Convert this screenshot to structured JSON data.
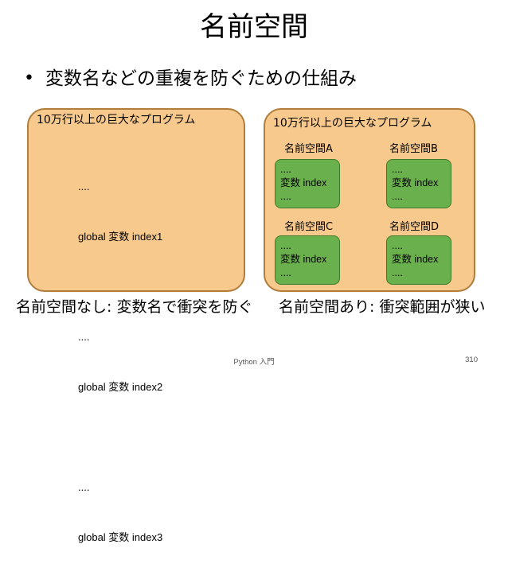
{
  "slide": {
    "title": "名前空間",
    "bullet": "変数名などの重複を防ぐための仕組み",
    "left_box": {
      "title": "10万行以上の巨大なプログラム",
      "lines": [
        "....",
        "global 変数 index1",
        "",
        "....",
        "global 変数 index2",
        "",
        "....",
        "global 変数 index3"
      ]
    },
    "right_box": {
      "title": "10万行以上の巨大なプログラム",
      "namespaces": [
        {
          "label": "名前空間A",
          "lines": [
            "....",
            "変数 index",
            "...."
          ]
        },
        {
          "label": "名前空間B",
          "lines": [
            "....",
            "変数 index",
            "...."
          ]
        },
        {
          "label": "名前空間C",
          "lines": [
            "....",
            "変数 index",
            "...."
          ]
        },
        {
          "label": "名前空間D",
          "lines": [
            "....",
            "変数 index",
            "...."
          ]
        }
      ]
    },
    "caption_left": "名前空間なし: 変数名で衝突を防ぐ",
    "caption_right": "名前空間あり: 衝突範囲が狭い",
    "footer_center": "Python 入門",
    "page_number": "310",
    "colors": {
      "big_box": "#f7c98c",
      "namespace_box": "#6ab04c"
    }
  }
}
